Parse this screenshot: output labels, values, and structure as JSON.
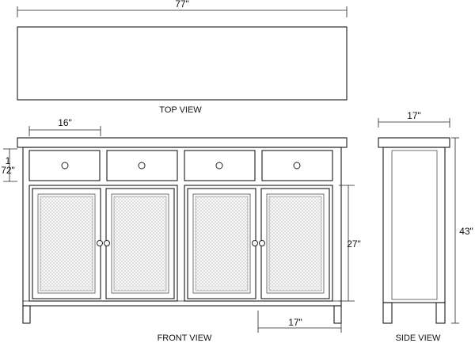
{
  "views": {
    "top": "TOP VIEW",
    "front": "FRONT VIEW",
    "side": "SIDE VIEW"
  },
  "dimensions": {
    "overall_width": "77\"",
    "drawer_width": "16\"",
    "drawer_height_a": "1",
    "drawer_height_b": "72\"",
    "door_height": "27\"",
    "leg_spacing": "17\"",
    "side_depth": "17\"",
    "overall_height": "43\""
  }
}
